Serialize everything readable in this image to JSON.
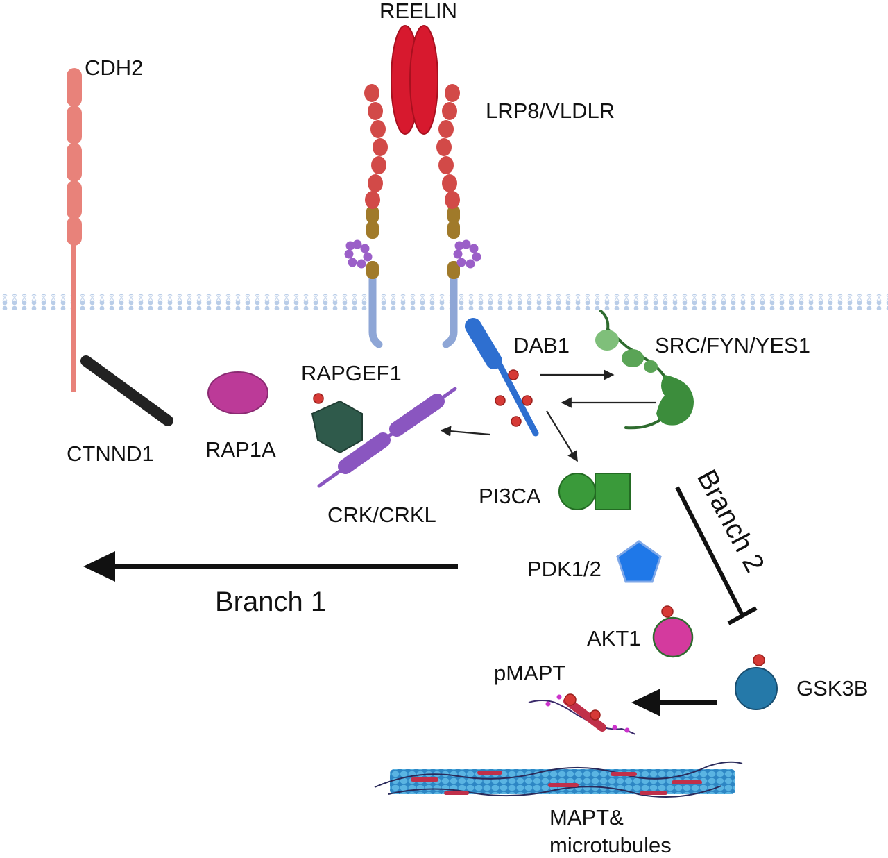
{
  "labels": {
    "reelin": "REELIN",
    "cdh2": "CDH2",
    "lrp8": "LRP8/VLDLR",
    "dab1": "DAB1",
    "src": "SRC/FYN/YES1",
    "rapgef1": "RAPGEF1",
    "ctnnd1": "CTNND1",
    "rap1a": "RAP1A",
    "crk": "CRK/CRKL",
    "pi3ca": "PI3CA",
    "pdk": "PDK1/2",
    "akt1": "AKT1",
    "gsk3b": "GSK3B",
    "pmapt": "pMAPT",
    "mapt_line1": "MAPT&",
    "mapt_line2": "microtubules",
    "branch1": "Branch 1",
    "branch2": "Branch 2"
  },
  "colors": {
    "reelin": "#d7192e",
    "cdh2": "#e8827a",
    "receptor_bead": "#d24a48",
    "receptor_olive": "#a07a2a",
    "glycan": "#9b5fc8",
    "membrane": "#b9cde8",
    "dab1": "#2e6fd0",
    "src": "#3c8d3c",
    "ctnnd1": "#222222",
    "rap1a": "#bc3a98",
    "rapgef1": "#2f5a4b",
    "crk": "#8a56c0",
    "pi3ca": "#3a9a3a",
    "pdk": "#1f78e8",
    "akt1": "#d43a9e",
    "gsk3b": "#2579a9",
    "phospho": "#d63a36",
    "microtubule": "#4aa6d8"
  }
}
